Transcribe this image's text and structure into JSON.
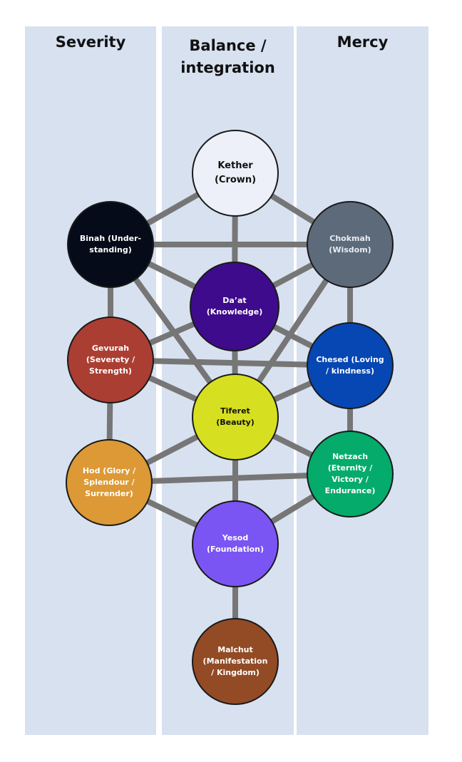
{
  "columns": {
    "left": {
      "title_lines": [
        "Severity"
      ]
    },
    "middle": {
      "title_lines": [
        "Balance /",
        "integration"
      ]
    },
    "right": {
      "title_lines": [
        "Mercy"
      ]
    }
  },
  "nodes": {
    "kether": {
      "lines": [
        "Kether",
        "(Crown)"
      ],
      "fill": "#edf0f8",
      "text_color": "#111111"
    },
    "binah": {
      "lines": [
        "Binah (Under-",
        "standing)"
      ],
      "fill": "#050b18",
      "text_color": "#ffffff"
    },
    "chokmah": {
      "lines": [
        "Chokmah",
        "(Wisdom)"
      ],
      "fill": "#5d6a7a",
      "text_color": "#e8ecf2"
    },
    "daat": {
      "lines": [
        "Da’at",
        "(Knowledge)"
      ],
      "fill": "#3e0b8c",
      "text_color": "#ffffff"
    },
    "gevurah": {
      "lines": [
        "Gevurah",
        "(Severety /",
        "Strength)"
      ],
      "fill": "#ab3e32",
      "text_color": "#ffffff"
    },
    "chesed": {
      "lines": [
        "Chesed (Loving",
        "/ kindness)"
      ],
      "fill": "#0647b3",
      "text_color": "#ffffff"
    },
    "tiferet": {
      "lines": [
        "Tiferet",
        "(Beauty)"
      ],
      "fill": "#d6e020",
      "text_color": "#111111"
    },
    "hod": {
      "lines": [
        "Hod (Glory /",
        "Splendour /",
        "Surrender)"
      ],
      "fill": "#dc9935",
      "text_color": "#ffffff"
    },
    "netzach": {
      "lines": [
        "Netzach",
        "(Eternity /",
        "Victory /",
        "Endurance)"
      ],
      "fill": "#04ab6b",
      "text_color": "#ffffff"
    },
    "yesod": {
      "lines": [
        "Yesod",
        "(Foundation)"
      ],
      "fill": "#7b55f3",
      "text_color": "#ffffff"
    },
    "malchut": {
      "lines": [
        "Malchut",
        "(Manifestation",
        "/ Kingdom)"
      ],
      "fill": "#924b25",
      "text_color": "#ffffff"
    }
  },
  "paths": [
    [
      "kether",
      "binah"
    ],
    [
      "kether",
      "chokmah"
    ],
    [
      "kether",
      "daat"
    ],
    [
      "binah",
      "chokmah"
    ],
    [
      "binah",
      "daat"
    ],
    [
      "binah",
      "gevurah"
    ],
    [
      "binah",
      "tiferet"
    ],
    [
      "chokmah",
      "daat"
    ],
    [
      "chokmah",
      "chesed"
    ],
    [
      "chokmah",
      "tiferet"
    ],
    [
      "daat",
      "gevurah"
    ],
    [
      "daat",
      "chesed"
    ],
    [
      "daat",
      "tiferet"
    ],
    [
      "gevurah",
      "chesed"
    ],
    [
      "gevurah",
      "tiferet"
    ],
    [
      "gevurah",
      "hod"
    ],
    [
      "chesed",
      "tiferet"
    ],
    [
      "chesed",
      "netzach"
    ],
    [
      "tiferet",
      "hod"
    ],
    [
      "tiferet",
      "netzach"
    ],
    [
      "tiferet",
      "yesod"
    ],
    [
      "hod",
      "netzach"
    ],
    [
      "hod",
      "yesod"
    ],
    [
      "netzach",
      "yesod"
    ],
    [
      "yesod",
      "malchut"
    ]
  ],
  "colors": {
    "column_background": "#d8e1f0",
    "path_line": "#767676",
    "node_border": "#1a1a1a"
  }
}
